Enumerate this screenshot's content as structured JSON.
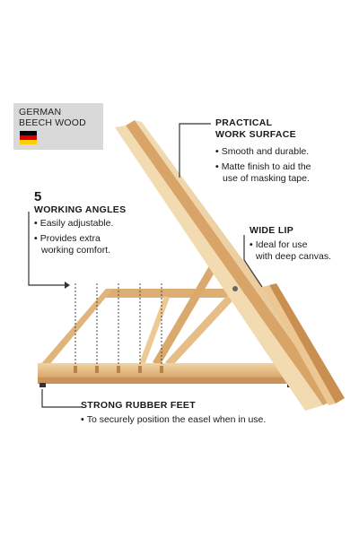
{
  "badge": {
    "line1": "GERMAN",
    "line2": "BEECH WOOD",
    "flag_colors": [
      "#000000",
      "#dd0000",
      "#ffce00"
    ]
  },
  "practical": {
    "title1": "PRACTICAL",
    "title2": "WORK SURFACE",
    "bullets": [
      "Smooth and durable.",
      "Matte finish to aid the",
      "use of masking tape."
    ]
  },
  "angles": {
    "number": "5",
    "title": "WORKING ANGLES",
    "bullets": [
      "Easily adjustable.",
      "Provides extra",
      "working comfort."
    ]
  },
  "lip": {
    "title": "WIDE LIP",
    "bullets": [
      "Ideal for use",
      "with deep canvas."
    ]
  },
  "feet": {
    "title": "STRONG RUBBER FEET",
    "bullets": [
      "To securely position the easel when in use."
    ]
  },
  "colors": {
    "wood_light": "#efd4a6",
    "wood_mid": "#e2b87f",
    "wood_dark": "#c9955a"
  }
}
